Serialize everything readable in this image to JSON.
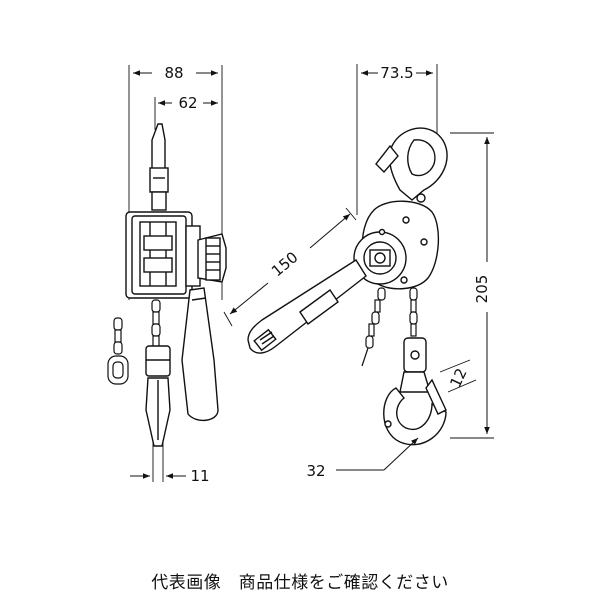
{
  "drawing": {
    "front_view": {
      "dimensions": {
        "overall_width": "88",
        "handle_width": "62",
        "chain_offset": "11"
      }
    },
    "side_view": {
      "dimensions": {
        "top_width": "73.5",
        "lever_length": "150",
        "height": "205",
        "hook_opening": "32",
        "hook_throat": "12"
      }
    }
  },
  "caption": "代表画像　商品仕様をご確認ください"
}
